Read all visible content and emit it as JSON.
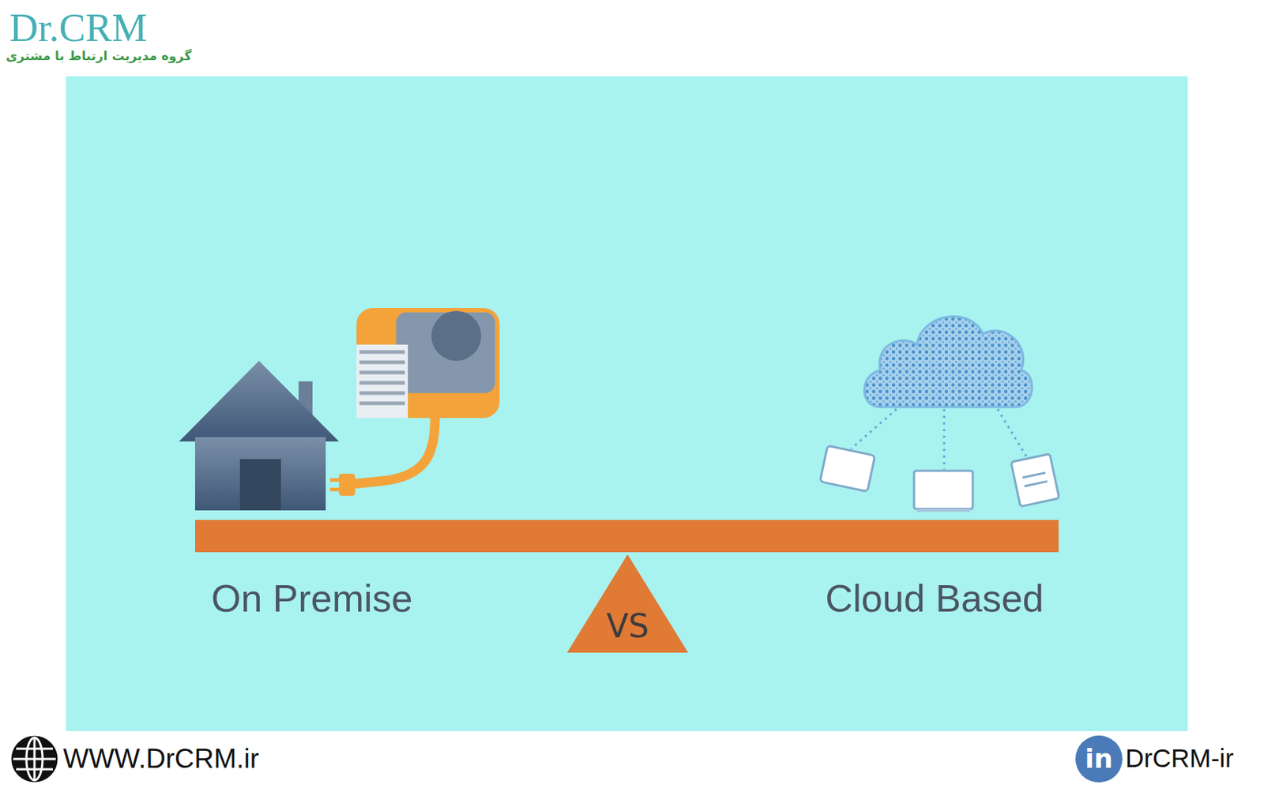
{
  "diagram": {
    "nodes": [
      {
        "text": [
          "VS"
        ]
      },
      {
        "text": [
          "in"
        ]
      }
    ],
    "labels": [
      "Dr.CRM",
      "گروه مدیریت ارتباط با مشتری",
      "On Premise",
      "Cloud Based",
      "WWW.DrCRM.ir",
      "DrCRM-ir"
    ]
  }
}
